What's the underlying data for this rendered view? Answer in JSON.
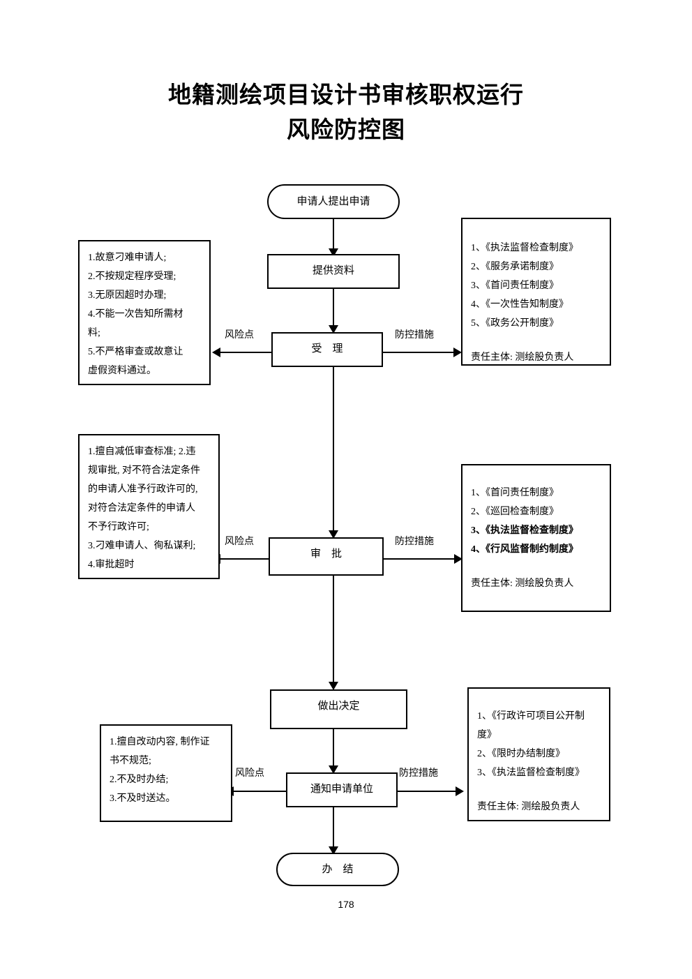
{
  "document": {
    "title_line1": "地籍测绘项目设计书审核职权运行",
    "title_line2": "风险防控图",
    "page_number": "178"
  },
  "flow": {
    "nodes": [
      {
        "id": "start",
        "label": "申请人提出申请",
        "shape": "terminator"
      },
      {
        "id": "provide",
        "label": "提供资料",
        "shape": "rectangle"
      },
      {
        "id": "accept",
        "label": "受　理",
        "shape": "rectangle"
      },
      {
        "id": "approve",
        "label": "审　批",
        "shape": "rectangle"
      },
      {
        "id": "decide",
        "label": "做出决定",
        "shape": "rectangle"
      },
      {
        "id": "notify",
        "label": "通知申请单位",
        "shape": "rectangle"
      },
      {
        "id": "end",
        "label": "办　结",
        "shape": "terminator"
      }
    ],
    "connector_labels": {
      "risk": "风险点",
      "measure": "防控措施"
    }
  },
  "risk_boxes": [
    {
      "id": "risk-accept",
      "lines": [
        "1.故意刁难申请人;",
        "2.不按规定程序受理;",
        "3.无原因超时办理;",
        "4.不能一次告知所需材",
        "料;",
        "5.不严格审查或故意让",
        "虚假资料通过。"
      ]
    },
    {
      "id": "risk-approve",
      "lines": [
        "1.擅自减低审查标准; 2.违",
        "规审批, 对不符合法定条件",
        "的申请人准予行政许可的,",
        "对符合法定条件的申请人",
        "不予行政许可;",
        "3.刁难申请人、徇私谋利;",
        "4.审批超时"
      ]
    },
    {
      "id": "risk-notify",
      "lines": [
        "1.擅自改动内容, 制作证",
        "书不规范;",
        "2.不及时办结;",
        "3.不及时送达。"
      ]
    }
  ],
  "measure_boxes": [
    {
      "id": "measure-accept",
      "items": [
        {
          "text": "1、《执法监督检查制度》",
          "bold": false
        },
        {
          "text": "2、《服务承诺制度》",
          "bold": false
        },
        {
          "text": "3、《首问责任制度》",
          "bold": false
        },
        {
          "text": "4、《一次性告知制度》",
          "bold": false
        },
        {
          "text": "5、《政务公开制度》",
          "bold": false
        }
      ],
      "owner": "责任主体: 测绘股负责人"
    },
    {
      "id": "measure-approve",
      "items": [
        {
          "text": "1、《首问责任制度》",
          "bold": false
        },
        {
          "text": "2、《巡回检查制度》",
          "bold": false
        },
        {
          "text": "3、《执法监督检查制度》",
          "bold": true
        },
        {
          "text": "4、《行风监督制约制度》",
          "bold": true
        }
      ],
      "owner": "责任主体: 测绘股负责人"
    },
    {
      "id": "measure-notify",
      "items": [
        {
          "text": "1、《行政许可项目公开制",
          "bold": false
        },
        {
          "text": "度》",
          "bold": false
        },
        {
          "text": "2、《限时办结制度》",
          "bold": false
        },
        {
          "text": "3、《执法监督检查制度》",
          "bold": false
        }
      ],
      "owner": "责任主体: 测绘股负责人"
    }
  ]
}
